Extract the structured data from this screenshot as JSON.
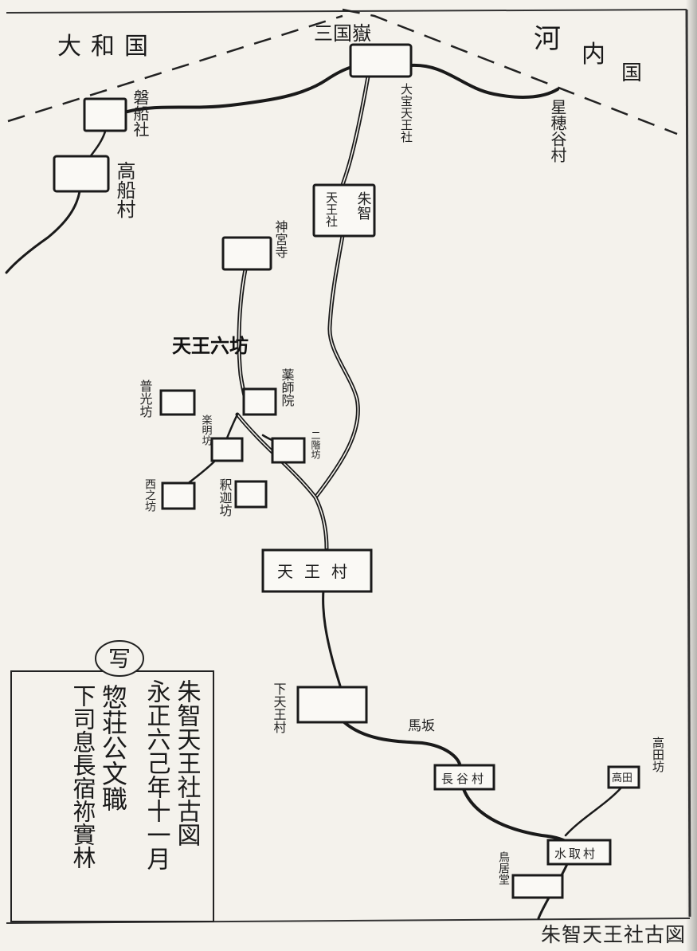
{
  "regions": {
    "yamato": "大和国",
    "sankoku": "三国嶽",
    "kawachi_1": "河",
    "kawachi_2": "内",
    "kawachi_3": "国"
  },
  "places": {
    "iwafune_sha": "磐船社",
    "takafune_mura": "高船村",
    "daigu_tenno_sha": "大宝天王社",
    "hotani_mura": "星穂谷村",
    "shuchi_tenno_sha_1": "天王社",
    "shuchi_tenno_sha_2": "朱智",
    "jingu_ji": "神宮寺",
    "tenno_rokubo": "天王六坊",
    "soko_bo": "普光坊",
    "yakushi_in": "薬師院",
    "raku_bo": "楽明坊",
    "nisho_bo": "二階坊",
    "saikyo_bo": "西之坊",
    "shakado_bo": "釈迦坊",
    "tenno_mura": "天王村",
    "shimo_tenno_mura": "下天王村",
    "magasaka": "馬坂",
    "nagamura": "長谷村",
    "kono_bo": "高田坊",
    "takada": "高田",
    "mizuno_mura": "水取村",
    "udo": "鳥居堂"
  },
  "legend": {
    "seal": "写",
    "col1": "朱智天王社古図",
    "col2": "永正六己年十一月",
    "col3": "惣荘公文職",
    "col4": "下司息長宿祢實林"
  },
  "caption": "朱智天王社古図"
}
